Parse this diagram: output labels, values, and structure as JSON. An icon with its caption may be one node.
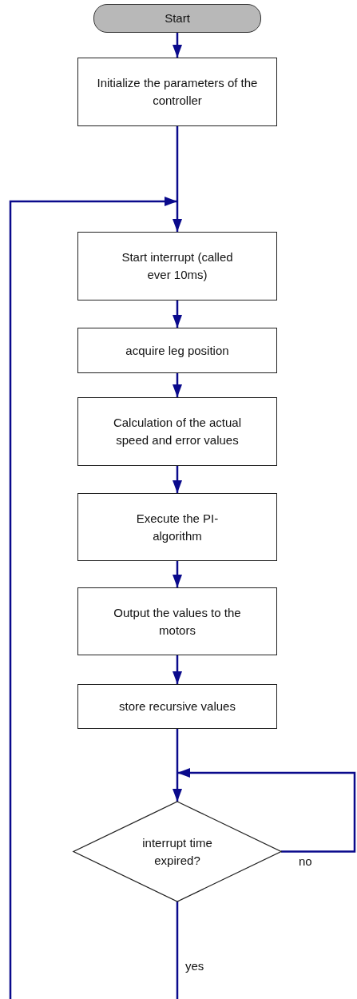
{
  "diagram": {
    "nodes": [
      {
        "text": [
          "Start"
        ]
      },
      {
        "text": [
          "Initialize the parameters of the controller"
        ]
      },
      {
        "text": [
          "Start interrupt (called ever 10ms)"
        ]
      },
      {
        "text": [
          "acquire leg position"
        ]
      },
      {
        "text": [
          "Calculation of the actual speed and error values"
        ]
      },
      {
        "text": [
          "Execute the PI-algorithm"
        ]
      },
      {
        "text": [
          "Output the values to the motors"
        ]
      },
      {
        "text": [
          "store recursive values"
        ]
      },
      {
        "text": [
          "interrupt time expired?"
        ]
      }
    ],
    "edges": [
      {
        "from": 0,
        "to": 1,
        "arrow": "to"
      },
      {
        "from": 1,
        "to": 2,
        "arrow": "to"
      },
      {
        "from": null,
        "to": 2,
        "arrow": "to"
      },
      {
        "from": 2,
        "to": 3,
        "arrow": "to"
      },
      {
        "from": 3,
        "to": 4,
        "arrow": "to"
      },
      {
        "from": 4,
        "to": 5,
        "arrow": "to"
      },
      {
        "from": 5,
        "to": 6,
        "arrow": "to"
      },
      {
        "from": 6,
        "to": 7,
        "arrow": "to"
      },
      {
        "from": 7,
        "to": 8,
        "arrow": "to"
      },
      {
        "from": 8,
        "to": 8,
        "arrow": "to",
        "label": "no"
      },
      {
        "from": 8,
        "to": null,
        "arrow": "none",
        "label": "yes"
      }
    ]
  }
}
